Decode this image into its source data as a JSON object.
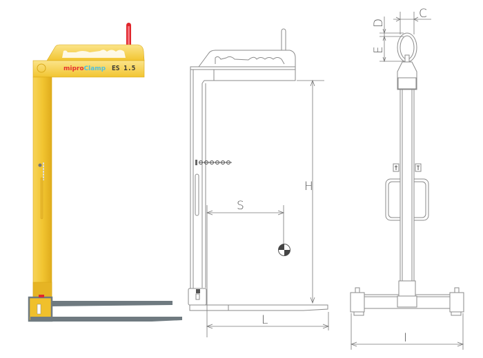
{
  "product": {
    "brand_part1": "mipro",
    "brand_part2": "Clamp",
    "model": "ES 1.5"
  },
  "dimensions": {
    "H": "H",
    "S": "S",
    "L": "L",
    "C": "C",
    "D": "D",
    "E": "E",
    "I": "I"
  },
  "colors": {
    "frame_yellow": "#f2c531",
    "fork_grey": "#6f7a80",
    "shackle_red": "#e0262c",
    "brand_red": "#e63030",
    "brand_blue": "#4fc0e0"
  }
}
